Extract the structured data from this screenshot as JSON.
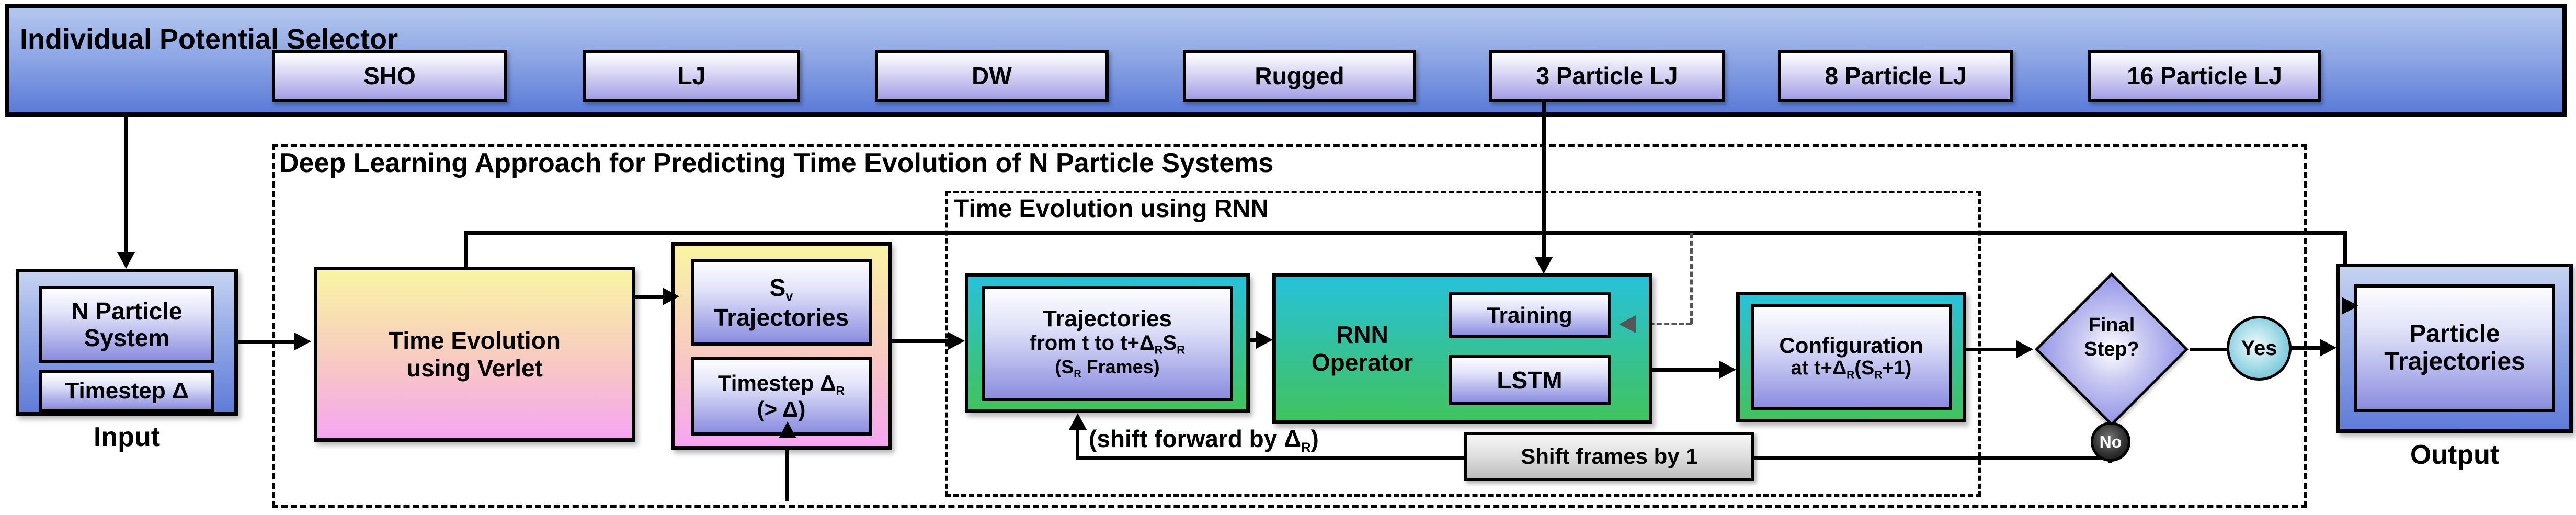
{
  "selector": {
    "title": "Individual Potential Selector",
    "buttons": [
      "SHO",
      "LJ",
      "DW",
      "Rugged",
      "3 Particle LJ",
      "8 Particle LJ",
      "16 Particle LJ"
    ]
  },
  "outer_frame": {
    "title": "Deep Learning Approach for Predicting Time Evolution of N Particle Systems"
  },
  "inner_frame": {
    "title": "Time Evolution using RNN"
  },
  "input": {
    "system_line1": "N Particle",
    "system_line2": "System",
    "timestep": "Timestep Δ",
    "label": "Input"
  },
  "verlet": {
    "line1": "Time Evolution",
    "line2": "using Verlet"
  },
  "sv_stack": {
    "sv": [
      {
        "t": "S"
      },
      {
        "t": "v",
        "sub": true
      }
    ],
    "trajectories": "Trajectories",
    "timestep": [
      {
        "t": "Timestep Δ"
      },
      {
        "t": "R",
        "sub": true
      }
    ],
    "constraint": "(> Δ)"
  },
  "traj_box": {
    "line1": "Trajectories",
    "line2": [
      {
        "t": "from t"
      },
      {
        "t": " to "
      },
      {
        "t": "t+Δ"
      },
      {
        "t": "R",
        "sub": true
      },
      {
        "t": "S"
      },
      {
        "t": "R",
        "sub": true
      }
    ],
    "line3": [
      {
        "t": "(S"
      },
      {
        "t": "R",
        "sub": true
      },
      {
        "t": " Frames)"
      }
    ]
  },
  "rnn": {
    "line1": "RNN",
    "line2": "Operator",
    "training": "Training",
    "lstm": "LSTM"
  },
  "config": {
    "line1": "Configuration",
    "line2": [
      {
        "t": "at "
      },
      {
        "t": "t+Δ"
      },
      {
        "t": "R",
        "sub": true
      },
      {
        "t": "(S"
      },
      {
        "t": "R",
        "sub": true
      },
      {
        "t": "+1)"
      }
    ]
  },
  "decision": {
    "line1": "Final",
    "line2": "Step?",
    "yes": "Yes",
    "no": "No"
  },
  "feedback": {
    "shift_frames": "Shift frames by 1",
    "shift_forward": [
      {
        "t": "(shift forward by Δ"
      },
      {
        "t": "R",
        "sub": true
      },
      {
        "t": ")"
      }
    ]
  },
  "output": {
    "line1": "Particle",
    "line2": "Trajectories",
    "label": "Output"
  },
  "colors": {
    "bar_blue_top": "#b3c7ee",
    "bar_blue_bottom": "#5a7bd8",
    "button_purple": "#a29ee4",
    "node_purple": "#8b8de0",
    "verlet_yellow": "#f9f5a3",
    "verlet_pink": "#f5a6f2",
    "rnn_teal": "#27c2d9",
    "rnn_green": "#40c35e",
    "yes_teal": "#4fb5cf",
    "no_black": "#0a0a0a",
    "shift_gray": "#bdbdbd"
  }
}
